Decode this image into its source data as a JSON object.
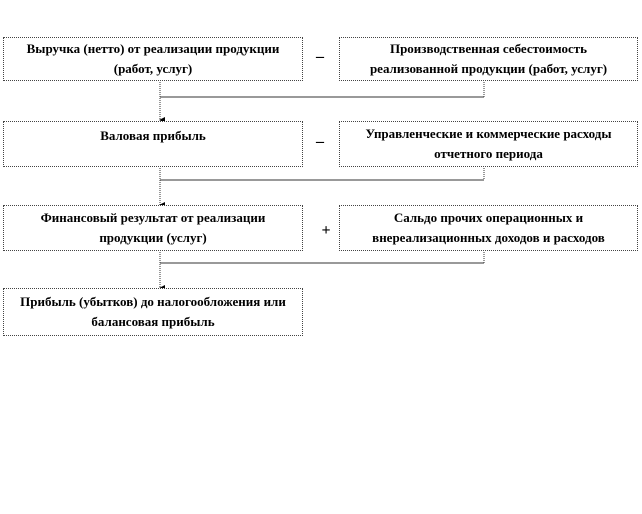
{
  "rows": [
    {
      "left": "Выручка (нетто) от реализации продукции (работ, услуг)",
      "operator": "–",
      "right": "Производственная себестоимость реализованной продукции (работ, услуг)"
    },
    {
      "left": "Валовая прибыль",
      "operator": "–",
      "right": "Управленческие и коммерческие расходы отчетного периода"
    },
    {
      "left": "Финансовый результат от реализации продукции (услуг)",
      "operator": "+",
      "right": "Сальдо прочих операционных и внереализационных доходов и расходов"
    }
  ],
  "result": "Прибыль (убытков) до налогообложения или балансовая прибыль"
}
